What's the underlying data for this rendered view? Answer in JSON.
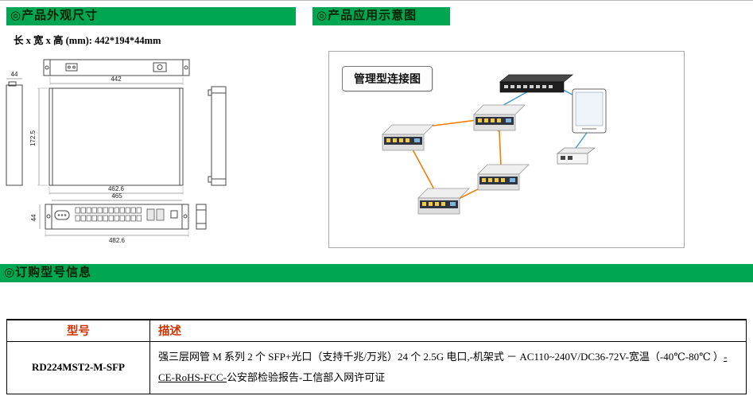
{
  "sections": {
    "appearance": {
      "title": "◎产品外观尺寸",
      "dimensions": "长 x 宽 x 高 (mm): 442*194*44mm"
    },
    "application": {
      "title": "◎产品应用示意图",
      "diagram_title": "管理型连接图"
    },
    "ordering": {
      "title": "◎订购型号信息"
    }
  },
  "colors": {
    "header_bar_green": "#00a651",
    "table_header_text": "#cc3300",
    "fiber_ring_orange": "#f07d00",
    "ethernet_blue": "#3f97d0"
  },
  "drawing": {
    "dims": {
      "top_width": "442",
      "side_depth": "44",
      "body_height": "172.5",
      "body_bottom_width": "462.6",
      "panel_hole_spacing": "465",
      "panel_overall_width": "482.6",
      "panel_height": "44"
    }
  },
  "table": {
    "headers": {
      "model": "型号",
      "description": "描述"
    },
    "rows": [
      {
        "model": "RD224MST2-M-SFP",
        "desc_before": "强三层网管 M 系列 2 个 SFP+光口（支持千兆/万兆）24 个 2.5G 电口,-机架式 － AC110~240V/DC36-72V-宽温（-40℃-80℃ ）",
        "desc_underline": "-CE-RoHS-FCC-",
        "desc_after": "公安部检验报告-工信部入网许可证"
      }
    ]
  }
}
